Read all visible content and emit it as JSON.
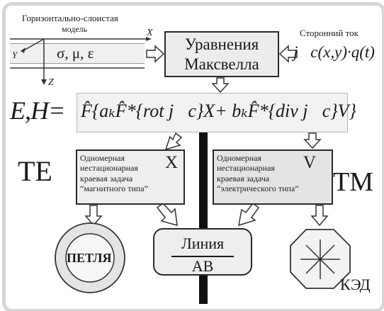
{
  "layer_model": {
    "caption_line1": "Горизонтально-слоистая",
    "caption_line2": "модель",
    "params": "σ, μ,  ε",
    "axis_x": "X",
    "axis_y": "Y",
    "axis_z": "Z"
  },
  "source_current": {
    "label": "Сторонний ток",
    "formula": "j⃗c(x,y)·q(t)"
  },
  "maxwell": {
    "line1": "Уравнения",
    "line2": "Максвелла"
  },
  "formula": {
    "lhs": "E,H=",
    "rhs": "F̂{aₖF̂*{rot j⃗c}X+ bₖF̂*{div j⃗c}V}"
  },
  "modes": {
    "te": "TE",
    "tm": "TM"
  },
  "magnetic_task": {
    "line1": "Одномерная",
    "line2": "нестационарная",
    "line3": "краевая задача",
    "line4": "“магнитного типа”",
    "potential": "X"
  },
  "electric_task": {
    "line1": "Одномерная",
    "line2": "нестационарная",
    "line3": "краевая задача",
    "line4": "“электрического типа”",
    "potential": "V"
  },
  "loop": {
    "label": "ПЕТЛЯ"
  },
  "line": {
    "numerator": "Линия",
    "denominator": "АВ"
  },
  "ked": {
    "label": "КЭД"
  },
  "colors": {
    "box_fill": "#eeeeee",
    "frame": "#d6d6d6",
    "ink": "#1a1a1a",
    "divider": "#111111"
  }
}
